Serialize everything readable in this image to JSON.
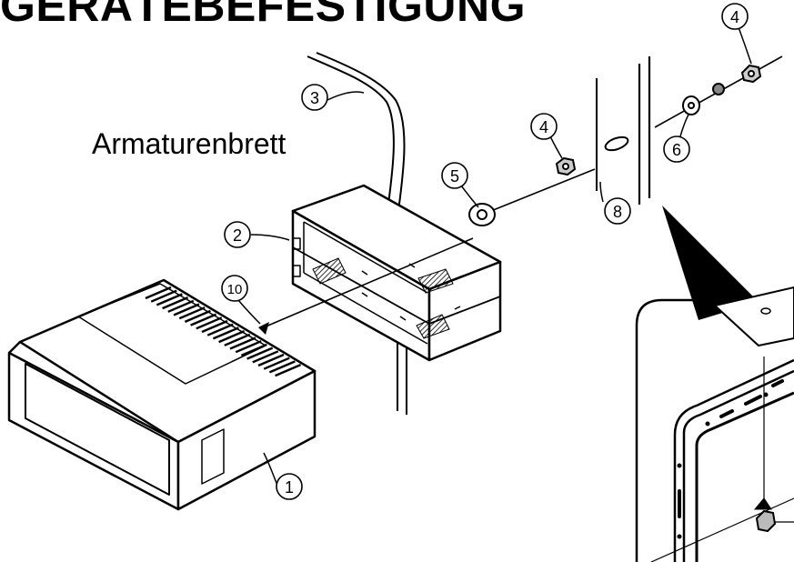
{
  "title": "GERÄTEBEFESTIGUNG",
  "caption": "Armaturenbrett",
  "callouts": [
    {
      "id": "callout-1",
      "label": "1"
    },
    {
      "id": "callout-2",
      "label": "2"
    },
    {
      "id": "callout-3",
      "label": "3"
    },
    {
      "id": "callout-4-top",
      "label": "4"
    },
    {
      "id": "callout-4-mid",
      "label": "4"
    },
    {
      "id": "callout-5",
      "label": "5"
    },
    {
      "id": "callout-6",
      "label": "6"
    },
    {
      "id": "callout-8",
      "label": "8"
    },
    {
      "id": "callout-10",
      "label": "10"
    }
  ]
}
